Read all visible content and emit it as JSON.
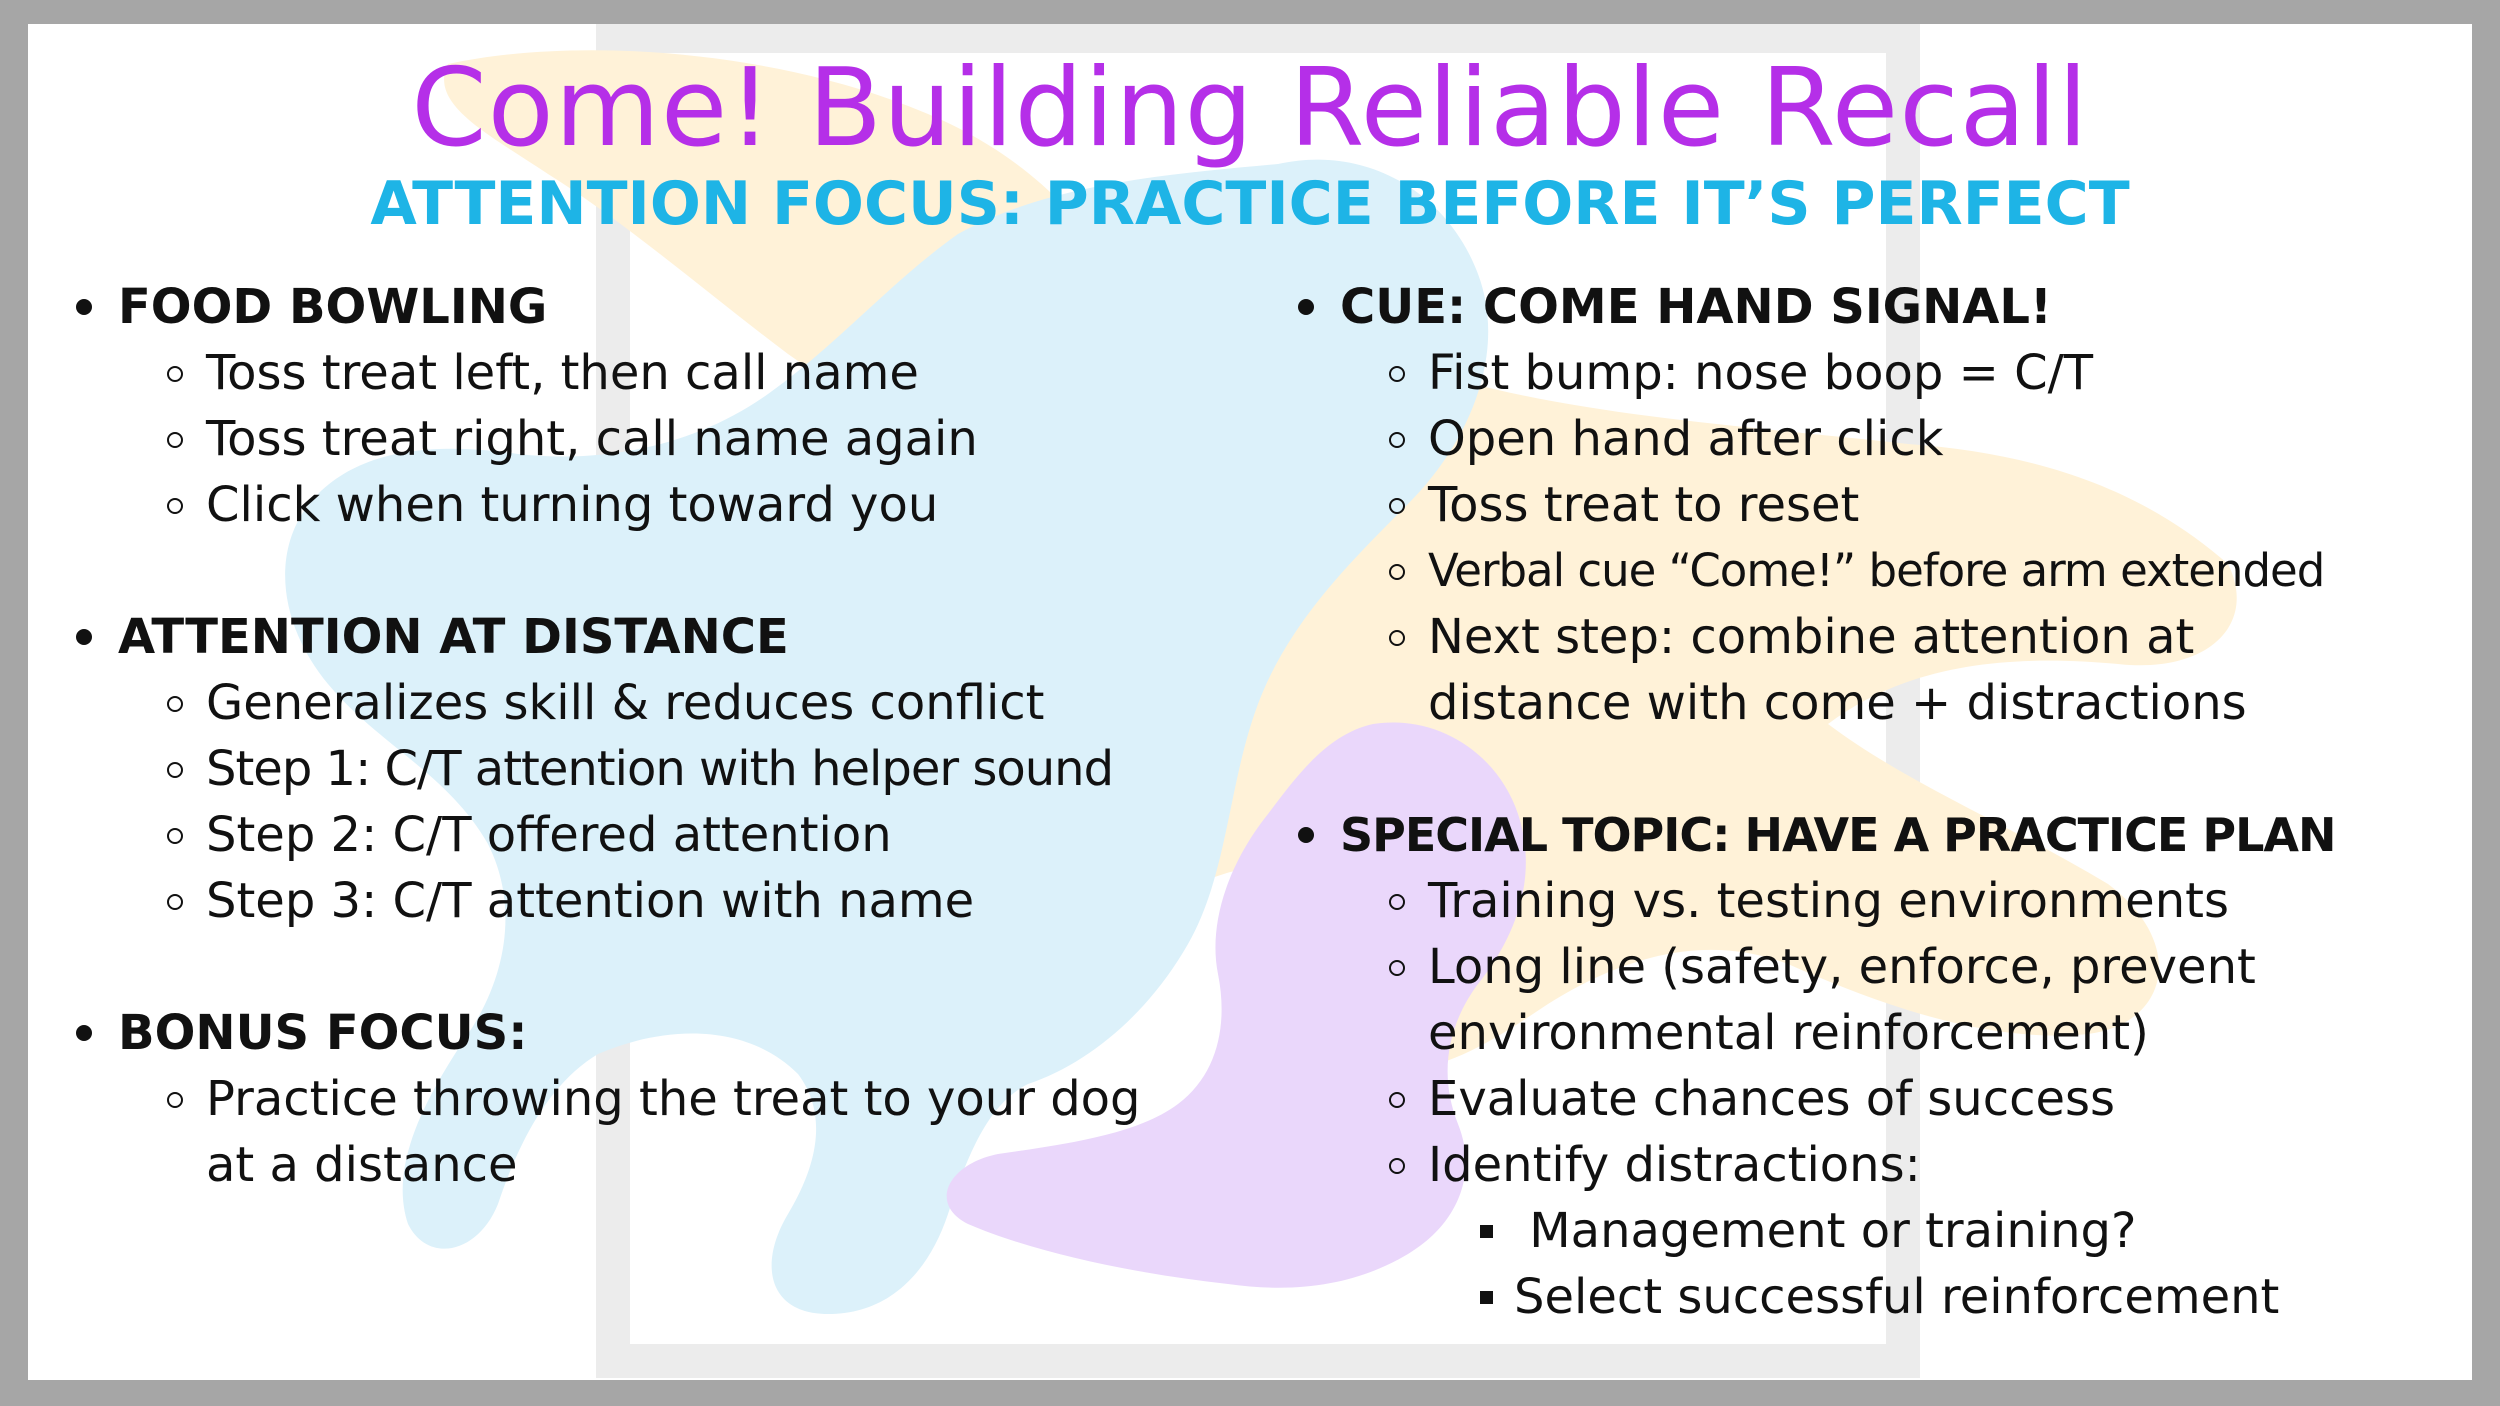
{
  "title": "Come! Building Reliable Recall",
  "subtitle": "ATTENTION FOCUS: PRACTICE BEFORE IT’S PERFECT",
  "colors": {
    "title": "#b52fe8",
    "subtitle": "#1eb4e6",
    "art_blue": "#dcf1fa",
    "art_yellow": "#fff2d8",
    "art_purple": "#ead7fb",
    "frame": "#ececec"
  },
  "left": {
    "food_bowling": {
      "heading": "FOOD BOWLING",
      "items": [
        "Toss treat left, then call name",
        "Toss treat right, call name again",
        "Click when turning toward you"
      ]
    },
    "attention_distance": {
      "heading": "ATTENTION AT DISTANCE",
      "items": [
        "Generalizes skill & reduces conflict",
        "Step 1: C/T attention with helper sound",
        "Step 2: C/T offered attention",
        "Step 3: C/T attention with name"
      ]
    },
    "bonus_focus": {
      "heading": "BONUS FOCUS:",
      "items": [
        "Practice throwing the treat to your dog at a distance"
      ]
    }
  },
  "right": {
    "cue": {
      "heading": "CUE: COME HAND SIGNAL!",
      "items": [
        "Fist bump: nose boop = C/T",
        "Open hand after click",
        "Toss treat to reset",
        "Verbal cue “Come!” before arm extended",
        "Next step: combine attention at distance with come + distractions"
      ]
    },
    "special_topic": {
      "heading": "SPECIAL TOPIC:  HAVE A PRACTICE  PLAN",
      "items": [
        "Training vs. testing environments",
        "Long line (safety, enforce, prevent environmental reinforcement)",
        "Evaluate chances of success",
        "Identify distractions:"
      ],
      "subitems": [
        " Management or training?",
        "Select successful reinforcement"
      ]
    }
  }
}
